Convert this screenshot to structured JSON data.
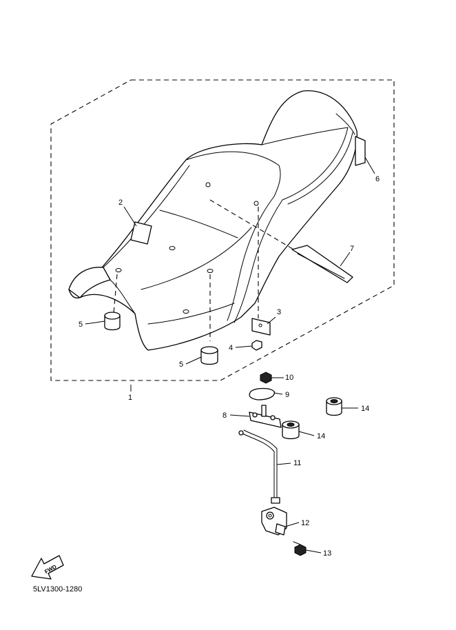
{
  "diagram": {
    "callouts": {
      "c1": "1",
      "c2": "2",
      "c3": "3",
      "c4": "4",
      "c5a": "5",
      "c5b": "5",
      "c6": "6",
      "c7": "7",
      "c8": "8",
      "c9": "9",
      "c10": "10",
      "c11": "11",
      "c12": "12",
      "c13": "13",
      "c14a": "14",
      "c14b": "14"
    },
    "fwd_label": "FWD",
    "diagram_code": "5LV1300-1280"
  }
}
